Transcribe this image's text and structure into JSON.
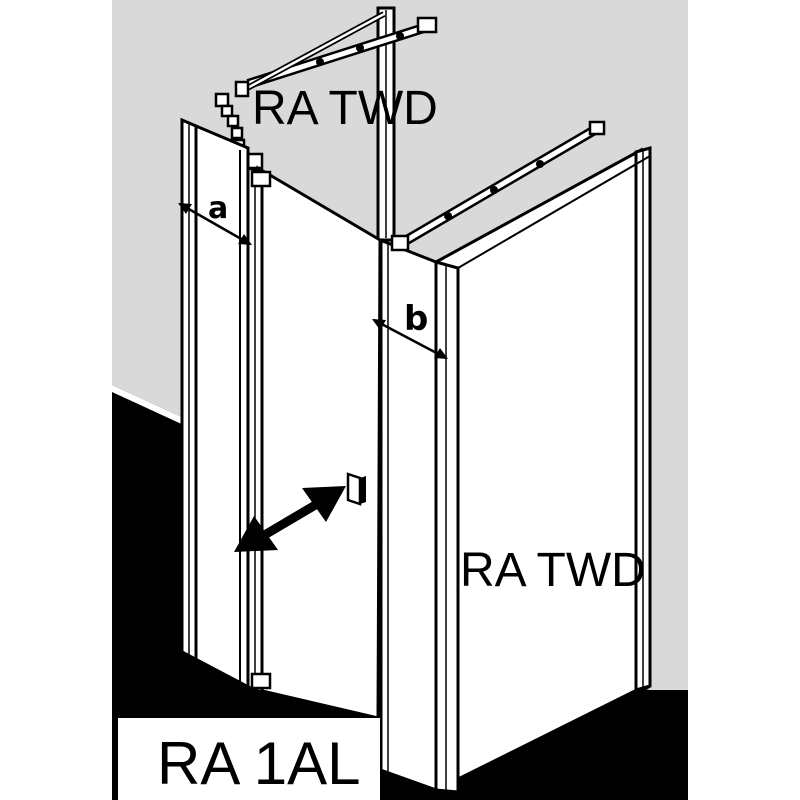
{
  "labels": {
    "top_panel": "RA TWD",
    "side_panel": "RA TWD",
    "product_code": "RA 1AL",
    "dimension_a": "a",
    "dimension_b": "b"
  },
  "colors": {
    "background_wall": "#d9d9d9",
    "floor": "#000000",
    "glass": "#ffffff",
    "profile": "#000000"
  }
}
